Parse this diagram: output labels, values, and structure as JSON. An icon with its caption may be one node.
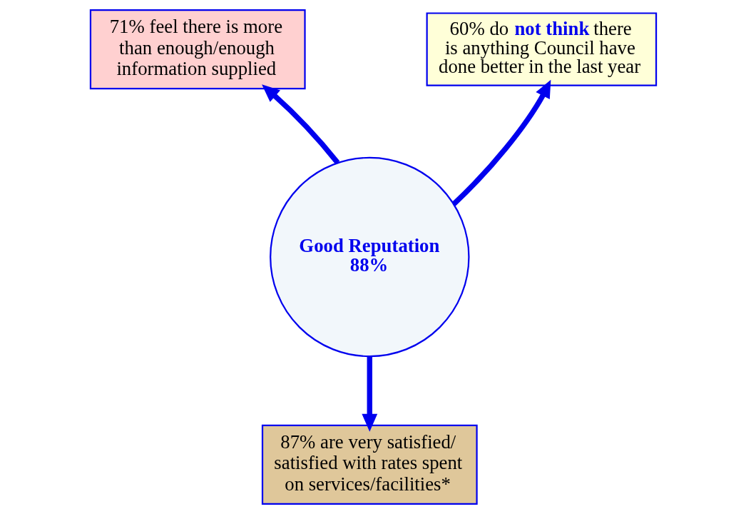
{
  "diagram": {
    "nodes": [
      {
        "text": [
          "Good Reputation 88%"
        ]
      },
      {
        "text": [
          "71% feel there is more than enough/enough information supplied"
        ]
      },
      {
        "text": [
          "60% do **not think** there is anything Council have done better in the last year"
        ]
      },
      {
        "text": [
          "87% are very satisfied/ satisfied with rates spent on services/facilities*"
        ]
      }
    ],
    "edges": [
      {
        "from": 0,
        "to": 1,
        "arrow": "to"
      },
      {
        "from": 0,
        "to": 2,
        "arrow": "to"
      },
      {
        "from": 0,
        "to": 3,
        "arrow": "to"
      }
    ]
  }
}
